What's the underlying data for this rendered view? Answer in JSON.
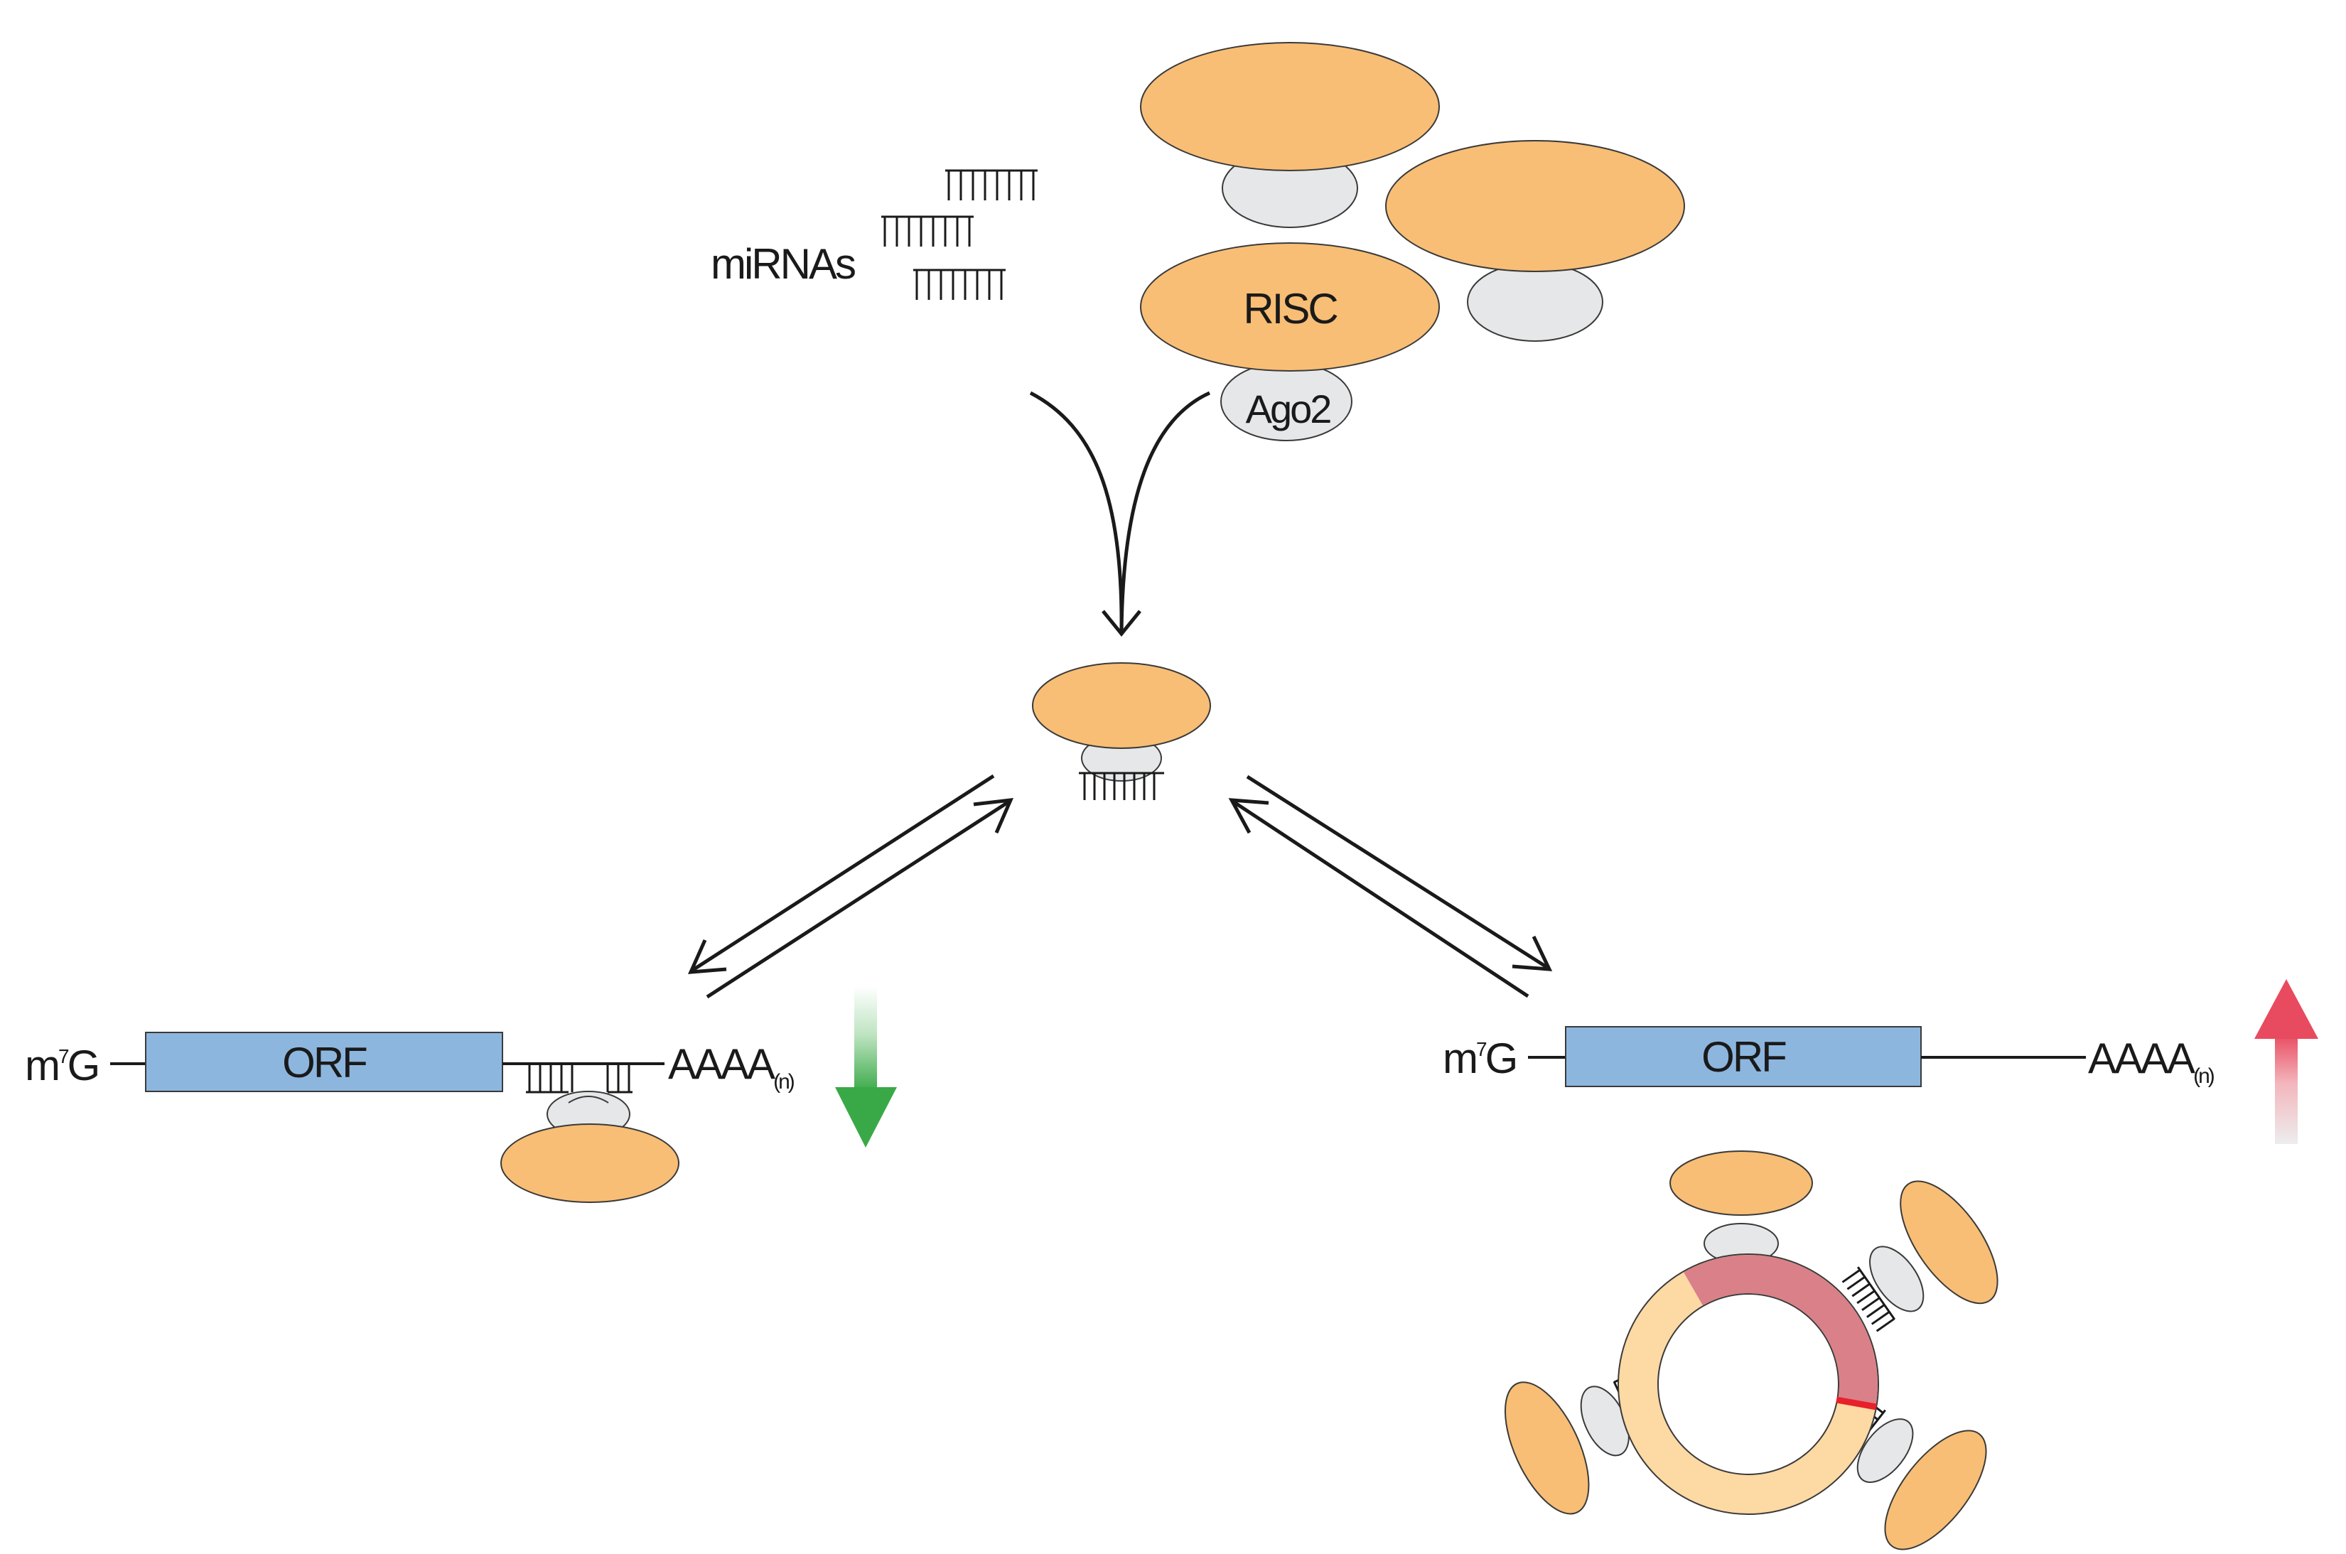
{
  "colors": {
    "risc": "#F8BE75",
    "ago2": "#E6E7E8",
    "orf": "#8DB6DE",
    "outline": "#3a3a3a",
    "down_arrow": "#39A947",
    "up_arrow": "#E84A5F",
    "circ_light": "#FDD9A4",
    "circ_pink": "#D98089",
    "circ_red": "#E8202A"
  },
  "top": {
    "mirnas_label": "miRNAs",
    "risc_label": "RISC",
    "ago2_label": "Ago2"
  },
  "left_mrna": {
    "cap_prefix": "m",
    "cap_super": "7",
    "cap_suffix": "G",
    "orf_label": "ORF",
    "polya": "AAAA",
    "polya_sub": "(n)",
    "expression_change": "down"
  },
  "right_mrna": {
    "cap_prefix": "m",
    "cap_super": "7",
    "cap_suffix": "G",
    "orf_label": "ORF",
    "polya": "AAAA",
    "polya_sub": "(n)",
    "expression_change": "up"
  },
  "icons": {
    "mirna": "mirna-comb-icon",
    "risc_complex": "risc-complex-icon",
    "circrna": "circrna-sponge-icon",
    "down_arrow": "down-arrow-icon",
    "up_arrow": "up-arrow-icon"
  }
}
